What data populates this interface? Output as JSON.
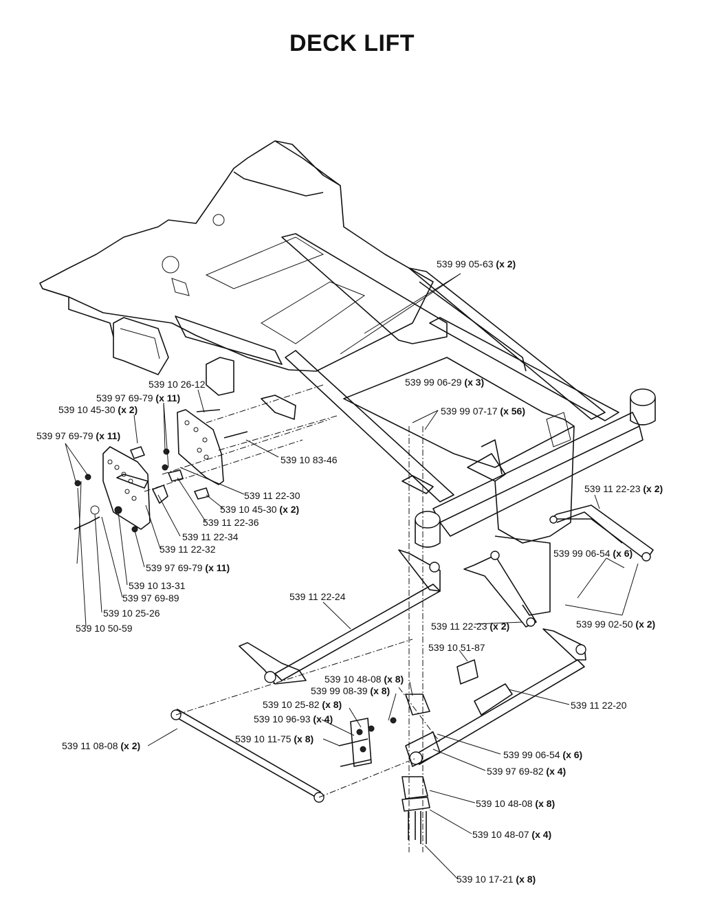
{
  "title": "DECK LIFT",
  "callouts": [
    {
      "id": "c01",
      "part": "539 99 05-63",
      "qty": "(x 2)"
    },
    {
      "id": "c02",
      "part": "539 10 26-12",
      "qty": ""
    },
    {
      "id": "c03",
      "part": "539 99 06-29",
      "qty": "(x 3)"
    },
    {
      "id": "c04",
      "part": "539 97 69-79",
      "qty": "(x 11)"
    },
    {
      "id": "c05",
      "part": "539 10 45-30",
      "qty": "(x 2)"
    },
    {
      "id": "c06",
      "part": "539 99 07-17",
      "qty": "(x 56)"
    },
    {
      "id": "c07",
      "part": "539 97 69-79",
      "qty": "(x 11)"
    },
    {
      "id": "c08",
      "part": "539 10 83-46",
      "qty": ""
    },
    {
      "id": "c09",
      "part": "539 11 22-23",
      "qty": "(x 2)"
    },
    {
      "id": "c10",
      "part": "539 11 22-30",
      "qty": ""
    },
    {
      "id": "c11",
      "part": "539 10 45-30",
      "qty": "(x 2)"
    },
    {
      "id": "c12",
      "part": "539 11 22-36",
      "qty": ""
    },
    {
      "id": "c13",
      "part": "539 11 22-34",
      "qty": ""
    },
    {
      "id": "c14",
      "part": "539 11 22-32",
      "qty": ""
    },
    {
      "id": "c15",
      "part": "539 99 06-54",
      "qty": "(x 6)"
    },
    {
      "id": "c16",
      "part": "539 97 69-79",
      "qty": "(x 11)"
    },
    {
      "id": "c17",
      "part": "539 10 13-31",
      "qty": ""
    },
    {
      "id": "c18",
      "part": "539 97 69-89",
      "qty": ""
    },
    {
      "id": "c19",
      "part": "539 11 22-24",
      "qty": ""
    },
    {
      "id": "c20",
      "part": "539 10 25-26",
      "qty": ""
    },
    {
      "id": "c21",
      "part": "539 10 50-59",
      "qty": ""
    },
    {
      "id": "c22",
      "part": "539 11 22-23",
      "qty": "(x 2)"
    },
    {
      "id": "c23",
      "part": "539 99 02-50",
      "qty": "(x 2)"
    },
    {
      "id": "c24",
      "part": "539 10 51-87",
      "qty": ""
    },
    {
      "id": "c25",
      "part": "539 10 48-08",
      "qty": "(x 8)"
    },
    {
      "id": "c26",
      "part": "539 99 08-39",
      "qty": "(x 8)"
    },
    {
      "id": "c27",
      "part": "539 10 25-82",
      "qty": "(x 8)"
    },
    {
      "id": "c28",
      "part": "539 11 22-20",
      "qty": ""
    },
    {
      "id": "c29",
      "part": "539 10 96-93",
      "qty": "(x 4)"
    },
    {
      "id": "c30",
      "part": "539 10 11-75",
      "qty": "(x 8)"
    },
    {
      "id": "c31",
      "part": "539 11 08-08",
      "qty": "(x 2)"
    },
    {
      "id": "c32",
      "part": "539 99 06-54",
      "qty": "(x 6)"
    },
    {
      "id": "c33",
      "part": "539 97 69-82",
      "qty": "(x 4)"
    },
    {
      "id": "c34",
      "part": "539 10 48-08",
      "qty": "(x 8)"
    },
    {
      "id": "c35",
      "part": "539 10 48-07",
      "qty": "(x 4)"
    },
    {
      "id": "c36",
      "part": "539 10 17-21",
      "qty": "(x 8)"
    }
  ]
}
